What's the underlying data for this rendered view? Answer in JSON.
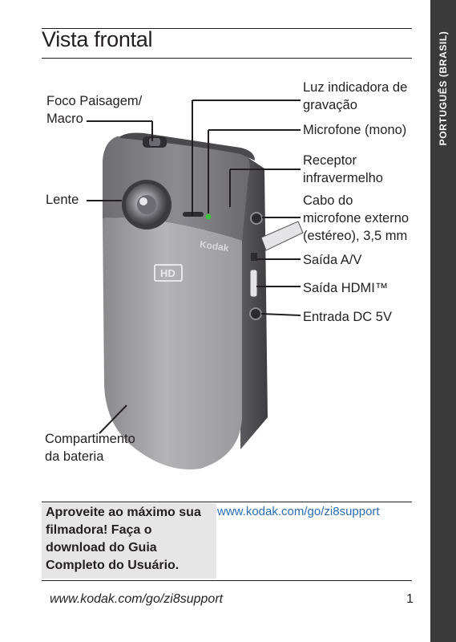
{
  "side_tab": {
    "text": "PORTUGUÊS (BRASIL)"
  },
  "page": {
    "title": "Vista frontal"
  },
  "labels": {
    "foco": [
      "Foco Paisagem/",
      "Macro"
    ],
    "lente": [
      "Lente"
    ],
    "compartimento": [
      "Compartimento",
      "da bateria"
    ],
    "luz": [
      "Luz indicadora de",
      "gravação"
    ],
    "microfone": [
      "Microfone (mono)"
    ],
    "receptor": [
      "Receptor",
      "infravermelho"
    ],
    "cabo": [
      "Cabo do",
      "microfone externo",
      "(estéreo), 3,5 mm"
    ],
    "saida_av": [
      "Saída A/V"
    ],
    "saida_hdmi": [
      "Saída HDMI™"
    ],
    "entrada_dc": [
      "Entrada DC 5V"
    ]
  },
  "device": {
    "brand": "Kodak",
    "badge": "HD"
  },
  "promo": {
    "text": "Aproveite ao máximo sua filmadora! Faça o download do Guia Completo do Usuário.",
    "link": "www.kodak.com/go/zi8support"
  },
  "footer": {
    "url": "www.kodak.com/go/zi8support",
    "page_number": "1"
  },
  "colors": {
    "side_tab_bg": "#3a3a3a",
    "link": "#2a6db5",
    "promo_bg": "#e6e6e6"
  }
}
